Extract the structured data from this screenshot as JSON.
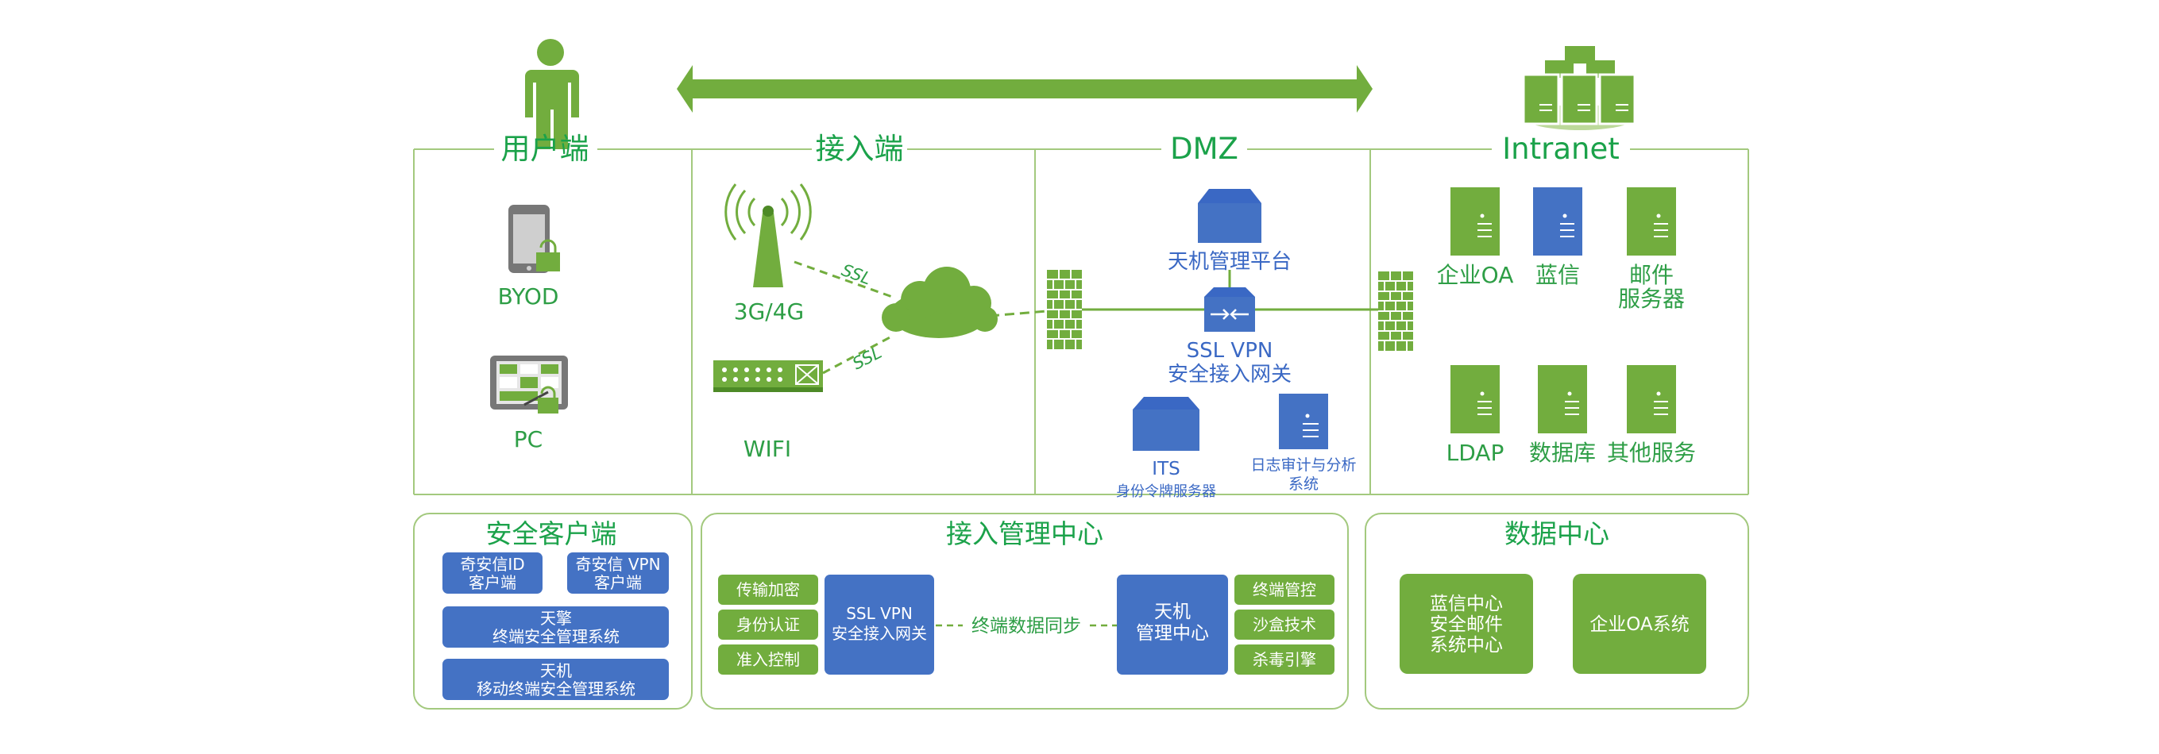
{
  "zones": {
    "user": "用户端",
    "access": "接入端",
    "dmz": "DMZ",
    "intranet": "Intranet"
  },
  "user_devices": {
    "byod": "BYOD",
    "pc": "PC"
  },
  "access_devices": {
    "cellular": "3G/4G",
    "wifi": "WIFI",
    "ssl_top": "SSL",
    "ssl_bottom": "SSL"
  },
  "dmz": {
    "platform": "天机管理平台",
    "gateway_line1": "SSL VPN",
    "gateway_line2": "安全接入网关",
    "its_line1": "ITS",
    "its_line2": "身份令牌服务器",
    "audit_line1": "日志审计与分析",
    "audit_line2": "系统"
  },
  "intranet": {
    "oa": "企业OA",
    "lanxin": "蓝信",
    "mail_line1": "邮件",
    "mail_line2": "服务器",
    "ldap": "LDAP",
    "database": "数据库",
    "other": "其他服务"
  },
  "client_panel": {
    "title": "安全客户端",
    "qax_id_line1": "奇安信ID",
    "qax_id_line2": "客户端",
    "qax_vpn_line1": "奇安信 VPN",
    "qax_vpn_line2": "客户端",
    "tianqing_line1": "天擎",
    "tianqing_line2": "终端安全管理系统",
    "tianji_line1": "天机",
    "tianji_line2": "移动终端安全管理系统"
  },
  "access_mgmt_panel": {
    "title": "接入管理中心",
    "feature1": "传输加密",
    "feature2": "身份认证",
    "feature3": "准入控制",
    "vpn_line1": "SSL VPN",
    "vpn_line2": "安全接入网关",
    "sync_label": "终端数据同步",
    "center_line1": "天机",
    "center_line2": "管理中心",
    "ctrl1": "终端管控",
    "ctrl2": "沙盒技术",
    "ctrl3": "杀毒引擎"
  },
  "data_center_panel": {
    "title": "数据中心",
    "box1_line1": "蓝信中心",
    "box1_line2": "安全邮件",
    "box1_line3": "系统中心",
    "box2": "企业OA系统"
  },
  "colors": {
    "green": "#72ad3e",
    "green_dark": "#5e9730",
    "green_text": "#1ba24a",
    "blue": "#4472c4",
    "blue_text": "#3a68c4",
    "border": "#a3c97e"
  }
}
